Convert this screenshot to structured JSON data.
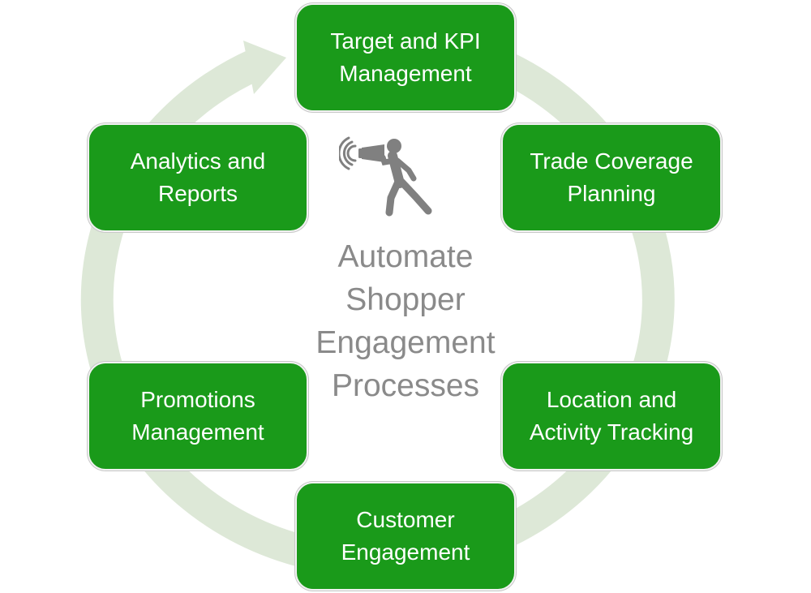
{
  "diagram": {
    "center_title": "Automate\nShopper\nEngagement\nProcesses",
    "icon": "person-with-megaphone-icon",
    "cycle_direction": "clockwise",
    "colors": {
      "box_fill": "#1a9a1a",
      "box_text": "#ffffff",
      "ring_arrow": "#dde8d7",
      "center_text": "#8a8a8a",
      "figure": "#808080"
    },
    "steps": [
      {
        "label": "Target and KPI\nManagement"
      },
      {
        "label": "Trade Coverage\nPlanning"
      },
      {
        "label": "Location and\nActivity Tracking"
      },
      {
        "label": "Customer\nEngagement"
      },
      {
        "label": "Promotions\nManagement"
      },
      {
        "label": "Analytics and\nReports"
      }
    ]
  }
}
